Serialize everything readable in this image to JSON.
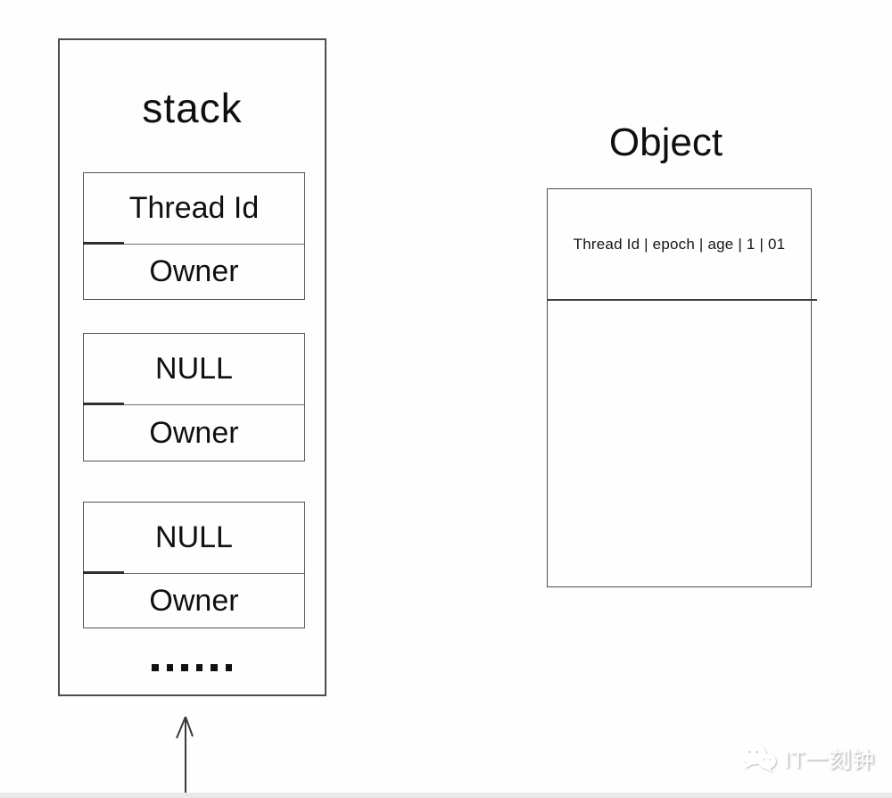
{
  "stack": {
    "title": "stack",
    "frames": [
      {
        "top": "Thread Id",
        "bottom": "Owner"
      },
      {
        "top": "NULL",
        "bottom": "Owner"
      },
      {
        "top": "NULL",
        "bottom": "Owner"
      }
    ],
    "ellipsis_dots": 6
  },
  "object": {
    "title": "Object",
    "header": "Thread Id | epoch | age | 1 | 01"
  },
  "watermark": {
    "icon": "wechat-icon",
    "text": "IT一刻钟"
  },
  "colors": {
    "line": "#4d4d4d",
    "text": "#111111",
    "background": "#fefefe",
    "bottom_strip": "#e9e9e9",
    "watermark_text": "#ffffff",
    "watermark_shadow": "#b5b5b5"
  }
}
